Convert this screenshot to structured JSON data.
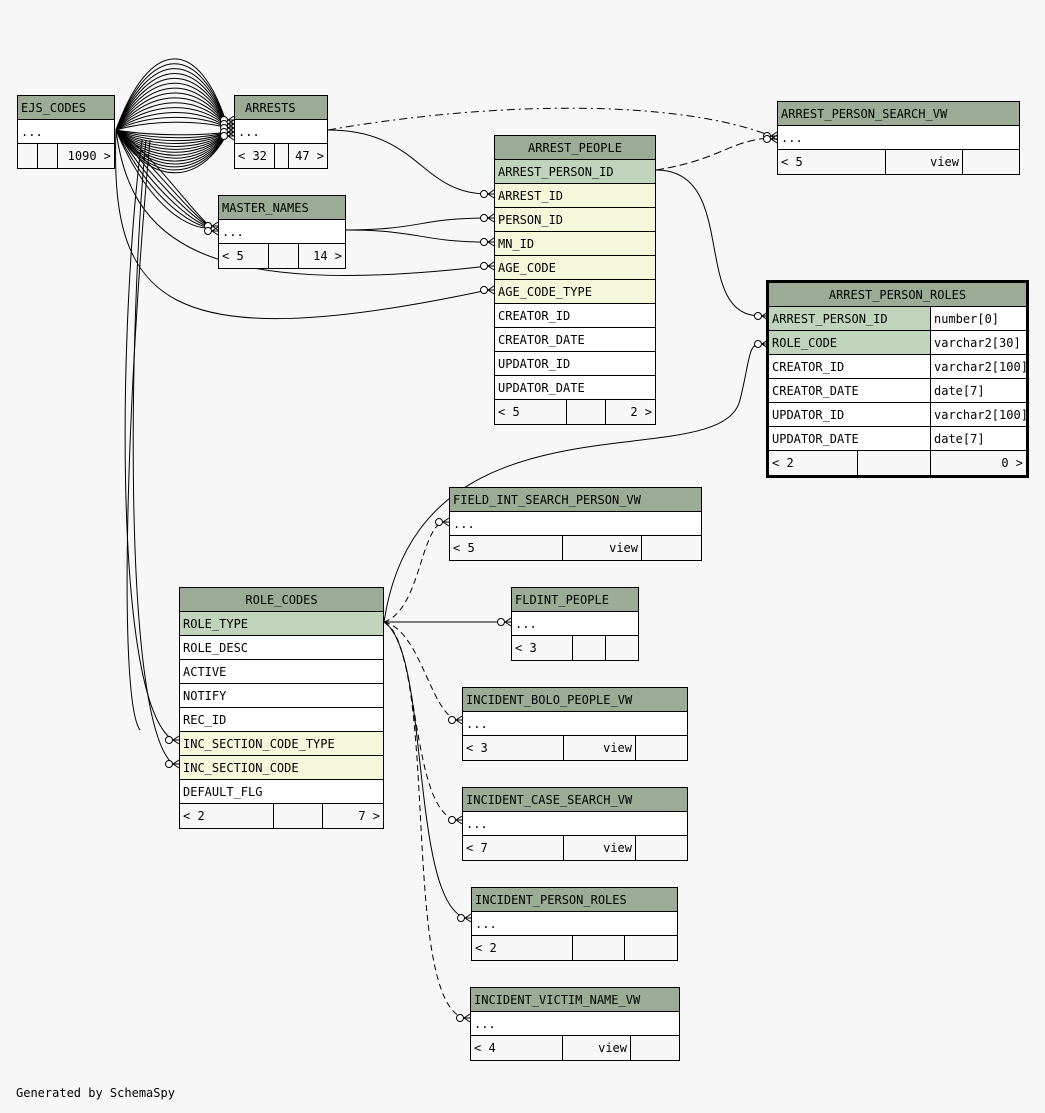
{
  "tables": {
    "ejs_codes": {
      "name": "EJS_CODES",
      "ellipsis": "...",
      "footer": {
        "left": "",
        "mid": "",
        "right": "1090 >"
      }
    },
    "arrests": {
      "name": "ARRESTS",
      "ellipsis": "...",
      "footer": {
        "left": "< 32",
        "mid": "",
        "right": "47 >"
      }
    },
    "master_names": {
      "name": "MASTER_NAMES",
      "ellipsis": "...",
      "footer": {
        "left": "< 5",
        "mid": "",
        "right": "14 >"
      }
    },
    "arrest_person_search_vw": {
      "name": "ARREST_PERSON_SEARCH_VW",
      "ellipsis": "...",
      "footer": {
        "left": "< 5",
        "mid": "view",
        "right": ""
      }
    },
    "arrest_people": {
      "name": "ARREST_PEOPLE",
      "columns": [
        "ARREST_PERSON_ID",
        "ARREST_ID",
        "PERSON_ID",
        "MN_ID",
        "AGE_CODE",
        "AGE_CODE_TYPE",
        "CREATOR_ID",
        "CREATOR_DATE",
        "UPDATOR_ID",
        "UPDATOR_DATE"
      ],
      "footer": {
        "left": "< 5",
        "mid": "",
        "right": "2 >"
      }
    },
    "arrest_person_roles": {
      "name": "ARREST_PERSON_ROLES",
      "columns": [
        {
          "name": "ARREST_PERSON_ID",
          "type": "number[0]"
        },
        {
          "name": "ROLE_CODE",
          "type": "varchar2[30]"
        },
        {
          "name": "CREATOR_ID",
          "type": "varchar2[100]"
        },
        {
          "name": "CREATOR_DATE",
          "type": "date[7]"
        },
        {
          "name": "UPDATOR_ID",
          "type": "varchar2[100]"
        },
        {
          "name": "UPDATOR_DATE",
          "type": "date[7]"
        }
      ],
      "footer": {
        "left": "< 2",
        "mid": "",
        "right": "0 >"
      }
    },
    "field_int_search_person_vw": {
      "name": "FIELD_INT_SEARCH_PERSON_VW",
      "ellipsis": "...",
      "footer": {
        "left": "< 5",
        "mid": "view",
        "right": ""
      }
    },
    "fldint_people": {
      "name": "FLDINT_PEOPLE",
      "ellipsis": "...",
      "footer": {
        "left": "< 3",
        "mid": "",
        "right": ""
      }
    },
    "role_codes": {
      "name": "ROLE_CODES",
      "columns": [
        "ROLE_TYPE",
        "ROLE_DESC",
        "ACTIVE",
        "NOTIFY",
        "REC_ID",
        "INC_SECTION_CODE_TYPE",
        "INC_SECTION_CODE",
        "DEFAULT_FLG"
      ],
      "footer": {
        "left": "< 2",
        "mid": "",
        "right": "7 >"
      }
    },
    "incident_bolo_people_vw": {
      "name": "INCIDENT_BOLO_PEOPLE_VW",
      "ellipsis": "...",
      "footer": {
        "left": "< 3",
        "mid": "view",
        "right": ""
      }
    },
    "incident_case_search_vw": {
      "name": "INCIDENT_CASE_SEARCH_VW",
      "ellipsis": "...",
      "footer": {
        "left": "< 7",
        "mid": "view",
        "right": ""
      }
    },
    "incident_person_roles": {
      "name": "INCIDENT_PERSON_ROLES",
      "ellipsis": "...",
      "footer": {
        "left": "< 2",
        "mid": "",
        "right": ""
      }
    },
    "incident_victim_name_vw": {
      "name": "INCIDENT_VICTIM_NAME_VW",
      "ellipsis": "...",
      "footer": {
        "left": "< 4",
        "mid": "view",
        "right": ""
      }
    }
  },
  "footer_text": "Generated by SchemaSpy"
}
